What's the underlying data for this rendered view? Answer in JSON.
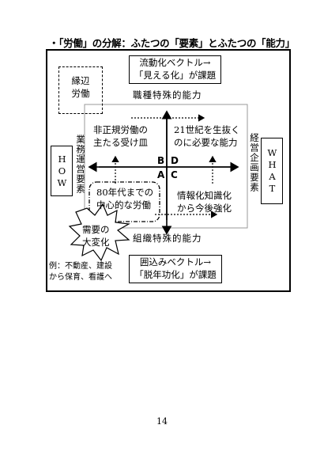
{
  "title": "・「労働」の分解：ふたつの「要素」とふたつの「能力」",
  "top_box": {
    "line1": "流動化ベクトル→",
    "line2": "「見える化」が課題"
  },
  "corner_box": {
    "line1": "縁辺",
    "line2": "労働"
  },
  "axis_top": "職種特殊的能力",
  "axis_bottom": "組織特殊的能力",
  "left_label": "業務運営要素",
  "left_box": "HOW",
  "right_label": "経営企画要素",
  "right_box": "WHAT",
  "quadrants": {
    "tl": {
      "line1": "非正規労働の",
      "line2": "主たる受け皿"
    },
    "tr": {
      "line1": "21世紀を生抜く",
      "line2": "のに必要な能力"
    },
    "bl": {
      "line1": "80年代までの",
      "line2": "中心的な労働"
    },
    "br": {
      "line1": "情報化知識化",
      "line2": "から今後強化"
    }
  },
  "letters": {
    "b": "B",
    "d": "D",
    "a": "A",
    "c": "C"
  },
  "burst": {
    "line1": "需要の",
    "line2": "大変化"
  },
  "example": {
    "line1": "例：不動産、建設",
    "line2": "から保育、看護へ"
  },
  "bottom_box": {
    "line1": "囲込みベクトル→",
    "line2": "「脱年功化」が課題"
  },
  "page_number": "14"
}
